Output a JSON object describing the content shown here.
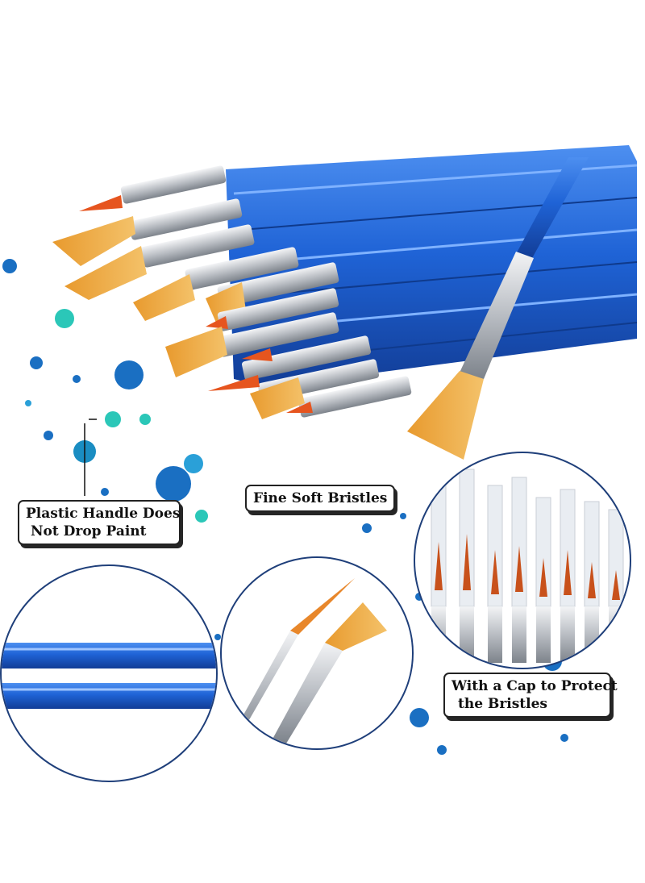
{
  "labels": {
    "plastic_handle": {
      "line1": "Plastic Handle Does",
      "line2": "Not Drop Paint"
    },
    "fine_soft_bristles": "Fine Soft Bristles",
    "cap": {
      "line1": "With a Cap to Protect",
      "line2": "the Bristles"
    }
  },
  "colors": {
    "handle_blue": "#1f63d6",
    "bristle_orange": "#e8a43a",
    "bristle_tip": "#d4541c",
    "ferrule_silver": "#c9ccd1",
    "paint_blue": "#1a6fc2",
    "paint_teal": "#2bc7b8",
    "circle_border": "#1f3f7a"
  }
}
